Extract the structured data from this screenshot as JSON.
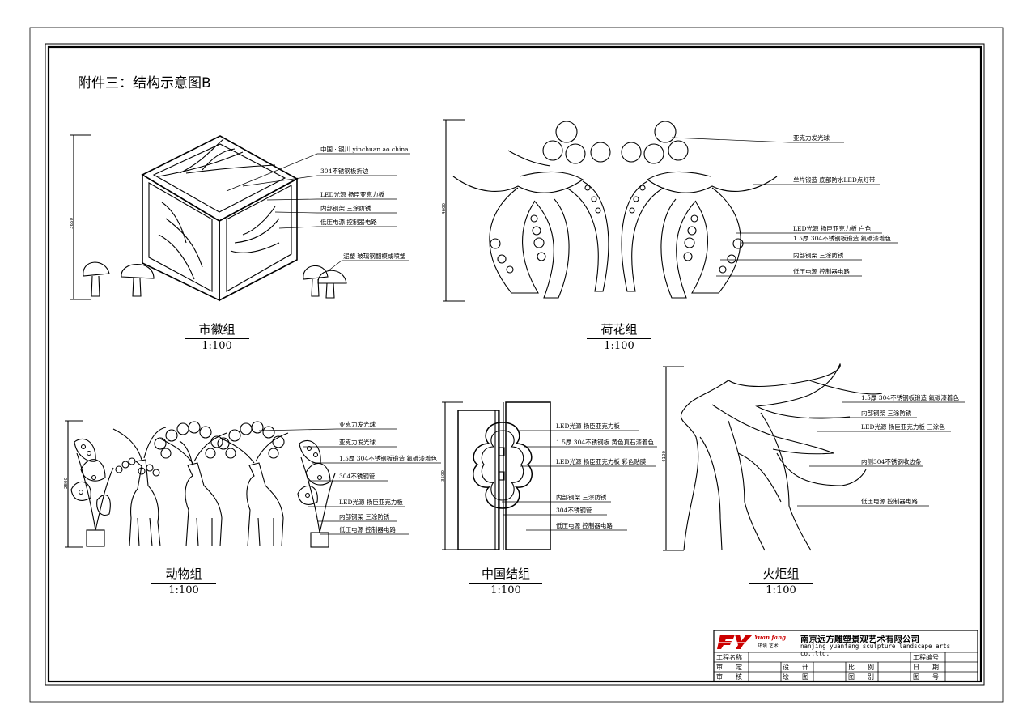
{
  "page": {
    "title": "附件三：结构示意图B"
  },
  "groups": {
    "emblem": {
      "name": "市徽组",
      "scale": "1:100",
      "height_dim": "3650",
      "notes": [
        "中国 · 银川 yinchuan ao china",
        "304不锈钢板折边",
        "LED光源 扬臣亚克力板",
        "内部钢架 三涂防锈",
        "低压电源 控制器电路",
        "泥塑 玻璃钢翻模或喷塑"
      ]
    },
    "lotus": {
      "name": "荷花组",
      "scale": "1:100",
      "height_dim": "4600",
      "notes": [
        "亚克力发光球",
        "单片锻造 底部防水LED点灯带",
        "LED光源 扬臣亚克力板 白色",
        "1.5厚 304不锈钢板锻造 氟碳漆着色",
        "内部钢架 三涂防锈",
        "低压电源 控制器电路"
      ]
    },
    "animal": {
      "name": "动物组",
      "scale": "1:100",
      "height_dim": "2800",
      "notes": [
        "亚克力发光球",
        "亚克力发光球",
        "1.5厚 304不锈钢板锻造 氟碳漆着色",
        "304不锈钢管",
        "LED光源 扬臣亚克力板",
        "内部钢架 三涂防锈",
        "低压电源 控制器电路"
      ]
    },
    "knot": {
      "name": "中国结组",
      "scale": "1:100",
      "height_dim": "3500",
      "notes": [
        "LED光源 扬臣亚克力板",
        "1.5厚 304不锈钢板 黄色真石漆着色",
        "LED光源 扬臣亚克力板 彩色贴膜",
        "内部钢架 三涂防锈",
        "304不锈钢管",
        "低压电源 控制器电路"
      ]
    },
    "torch": {
      "name": "火炬组",
      "scale": "1:100",
      "height_dim": "4100",
      "notes": [
        "1.5厚 304不锈钢板锻造 氟碳漆着色",
        "内部钢架 三涂防锈",
        "LED光源 扬臣亚克力板 三涂色",
        "内侧304不锈钢收边条",
        "低压电源 控制器电路"
      ]
    }
  },
  "title_block": {
    "brand": "Yuan fang",
    "brand_sub": "环境 艺术",
    "company_cn": "南京远方雕塑景观艺术有限公司",
    "company_en": "nanjing yuanfang sculpture landscape arts co.,ltd.",
    "project_name": "工程名称",
    "project_no": "工程编号",
    "approve": "审　　定",
    "design": "设　　计",
    "ratio": "比　　例",
    "date": "日　　期",
    "review": "审　　核",
    "draw": "绘　　图",
    "category": "图　　别",
    "sheet_no": "图　　号"
  },
  "colors": {
    "line": "#000000",
    "logo": "#cc0000"
  }
}
